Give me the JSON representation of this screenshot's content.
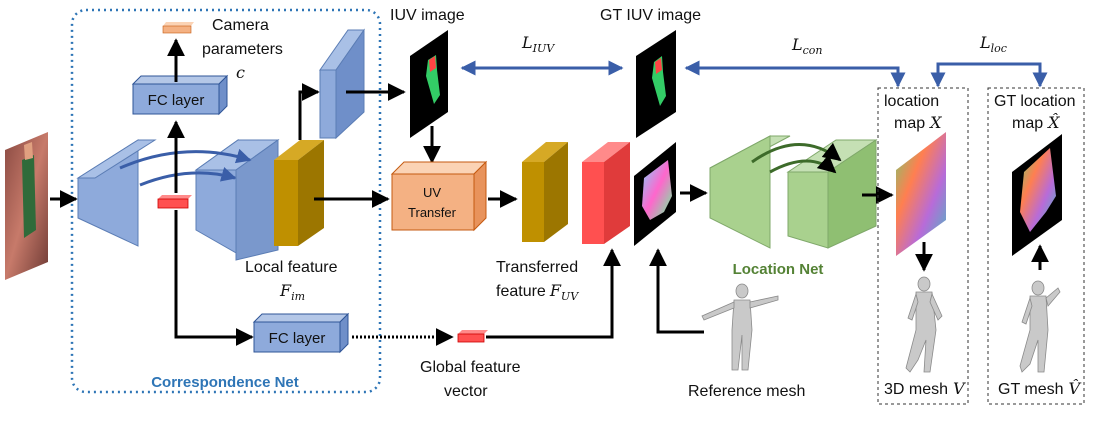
{
  "labels": {
    "camera_params_line1": "Camera",
    "camera_params_line2": "parameters",
    "camera_symbol": "c",
    "fc_layer_top": "FC layer",
    "fc_layer_bottom": "FC layer",
    "local_feature": "Local feature",
    "local_feature_symbol": "F",
    "local_feature_sub": "im",
    "iuv_image": "IUV image",
    "gt_iuv_image": "GT IUV image",
    "loss_iuv": "L",
    "loss_iuv_sub": "IUV",
    "loss_con": "L",
    "loss_con_sub": "con",
    "loss_loc": "L",
    "loss_loc_sub": "loc",
    "uv_transfer_line1": "UV",
    "uv_transfer_line2": "Transfer",
    "transferred_line1": "Transferred",
    "transferred_line2": "feature",
    "transferred_symbol": "F",
    "transferred_sub": "UV",
    "global_line1": "Global feature",
    "global_line2": "vector",
    "reference_mesh": "Reference mesh",
    "location_net": "Location Net",
    "correspondence_net": "Correspondence Net",
    "location_map_line1": "location",
    "location_map_line2": "map",
    "location_map_symbol": "X",
    "gt_location_line1": "GT location",
    "gt_location_line2": "map",
    "gt_location_symbol": "X̂",
    "mesh_3d": "3D mesh",
    "mesh_3d_symbol": "V",
    "gt_mesh": "GT mesh",
    "gt_mesh_symbol": "V̂"
  },
  "colors": {
    "arrow_blue": "#3a5ea8",
    "net_blue": "#8eaadb",
    "location_green": "#a9d18e",
    "location_net_text": "#548235",
    "correspondence_text": "#2e75b6",
    "dotted_border": "#2e75b6",
    "feature_gold": "#bf9000",
    "uv_orange": "#f4b183",
    "red_block": "#ff5050"
  }
}
